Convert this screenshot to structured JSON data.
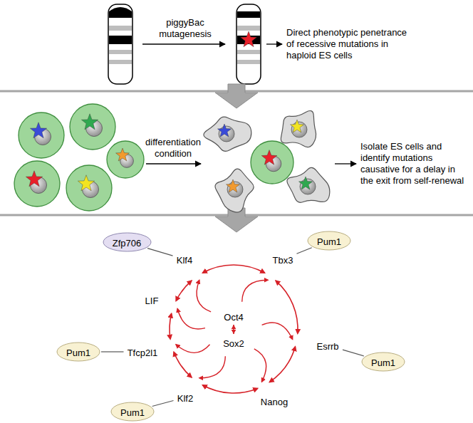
{
  "diagram": {
    "nodes": [
      {
        "text": [
          "Zfp706"
        ]
      },
      {
        "text": [
          "Klf4"
        ]
      },
      {
        "text": [
          "Pum1"
        ]
      },
      {
        "text": [
          "Tbx3"
        ]
      },
      {
        "text": [
          "LIF"
        ]
      },
      {
        "text": [
          "Oct4"
        ]
      },
      {
        "text": [
          "Sox2"
        ]
      },
      {
        "text": [
          "Tfcp2l1"
        ]
      },
      {
        "text": [
          "Pum1"
        ]
      },
      {
        "text": [
          "Esrrb"
        ]
      },
      {
        "text": [
          "Pum1"
        ]
      },
      {
        "text": [
          "Klf2"
        ]
      },
      {
        "text": [
          "Nanog"
        ]
      },
      {
        "text": [
          "Pum1"
        ]
      }
    ],
    "edges": [
      {
        "from": 0,
        "to": 1,
        "arrow": "none"
      },
      {
        "from": 2,
        "to": 3,
        "arrow": "none"
      },
      {
        "from": 5,
        "to": 6,
        "arrow": "both"
      },
      {
        "from": 8,
        "to": 7,
        "arrow": "none"
      },
      {
        "from": 10,
        "to": 9,
        "arrow": "none"
      },
      {
        "from": 13,
        "to": 11,
        "arrow": "none"
      }
    ],
    "labels": [
      "piggyBac mutagenesis",
      "Direct phenotypic penetrance of recessive mutations in haploid ES cells",
      "differentiation condition",
      "Isolate ES cells and identify mutations causative for a delay in the exit from self-renewal"
    ]
  }
}
